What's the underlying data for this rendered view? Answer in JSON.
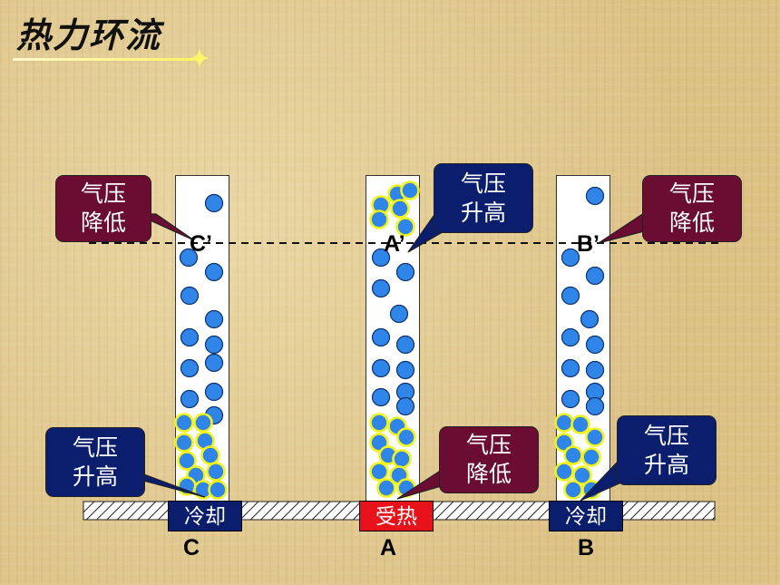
{
  "title": "热力环流",
  "callouts": {
    "c_top": [
      "气压",
      "降低"
    ],
    "a_top": [
      "气压",
      "升高"
    ],
    "b_top": [
      "气压",
      "降低"
    ],
    "c_bottom": [
      "气压",
      "升高"
    ],
    "a_bottom": [
      "气压",
      "降低"
    ],
    "b_bottom": [
      "气压",
      "升高"
    ]
  },
  "ground_labels": {
    "c": "冷却",
    "a": "受热",
    "b": "冷却"
  },
  "upper_points": {
    "c": "C’",
    "a": "A’",
    "b": "B’"
  },
  "lower_points": {
    "c": "C",
    "a": "A",
    "b": "B"
  },
  "colors": {
    "low_pressure": "#6b0d33",
    "high_pressure": "#0b1e6e",
    "heated": "#e8131a",
    "molecule": "#2f86e8",
    "highlight": "#f2f21c"
  }
}
